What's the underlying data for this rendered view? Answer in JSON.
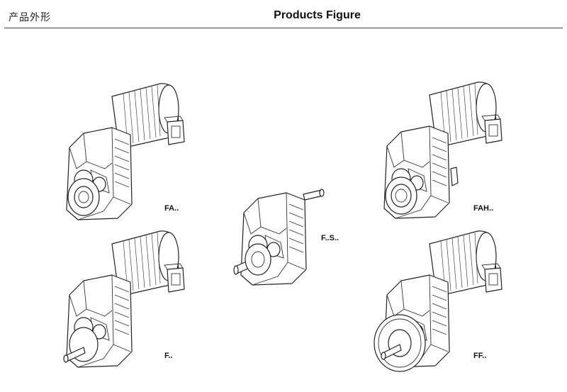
{
  "header": {
    "title_cn": "产品外形",
    "title_en": "Products Figure"
  },
  "figures": [
    {
      "id": "fa",
      "label": "FA..",
      "icon": "gear-motor-hollow-shaft"
    },
    {
      "id": "fah",
      "label": "FAH..",
      "icon": "gear-motor-hollow-shaft-shrink-disk"
    },
    {
      "id": "fs",
      "label": "F..S..",
      "icon": "gear-reducer-solid-shaft"
    },
    {
      "id": "f",
      "label": "F..",
      "icon": "gear-motor-solid-shaft"
    },
    {
      "id": "ff",
      "label": "FF..",
      "icon": "gear-motor-flange-mounted"
    }
  ]
}
